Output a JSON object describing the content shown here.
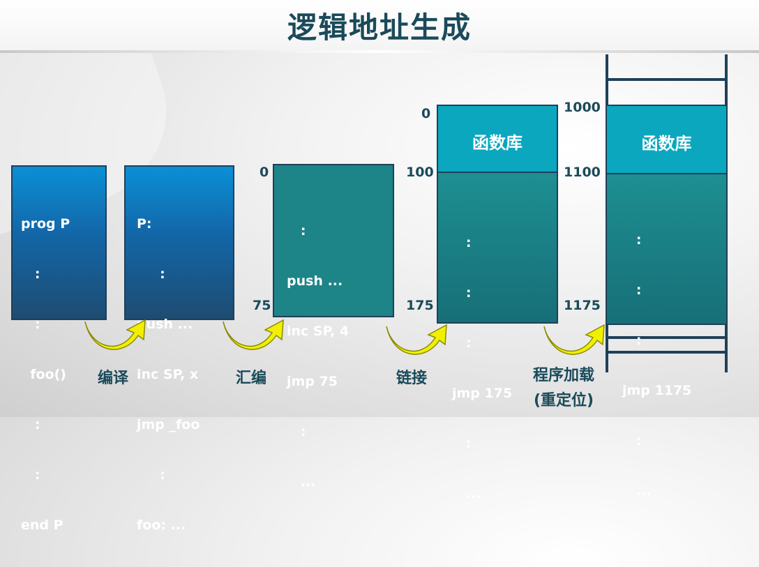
{
  "title": "逻辑地址生成",
  "box1": {
    "lines": [
      "prog P",
      "   :",
      "   :",
      "  foo()",
      "   :",
      "   :",
      "end P"
    ]
  },
  "box2": {
    "lines": [
      "P:",
      "     :",
      "push ...",
      "inc SP, x",
      "jmp _foo",
      "     :",
      "foo: ..."
    ]
  },
  "box3": {
    "lines": [
      "   :",
      "push ...",
      "inc SP, 4",
      "jmp 75",
      "   :",
      "   ..."
    ],
    "addr_top": "0",
    "addr_bottom": "75"
  },
  "box4": {
    "library": "函数库",
    "lines": [
      "   :",
      "   :",
      "   :",
      "jmp 175",
      "   :",
      "   ..."
    ],
    "addr_top": "0",
    "addr_mid": "100",
    "addr_bottom": "175"
  },
  "box5": {
    "library": "函数库",
    "lines": [
      "   :",
      "   :",
      "   :",
      "jmp 1175",
      "   :",
      "   ..."
    ],
    "addr_top": "1000",
    "addr_mid": "1100",
    "addr_bottom": "1175"
  },
  "steps": {
    "compile": "编译",
    "assemble": "汇编",
    "link": "链接",
    "load_line1": "程序加载",
    "load_line2": "(重定位)"
  },
  "colors": {
    "title": "#1a4a5a",
    "arrow_fill": "#f0f000",
    "arrow_stroke": "#8a8a00",
    "box_blue_top": "#0b8fd6",
    "box_teal": "#1d8487",
    "box_cyan": "#0aa7bf",
    "ladder": "#1f4058"
  }
}
